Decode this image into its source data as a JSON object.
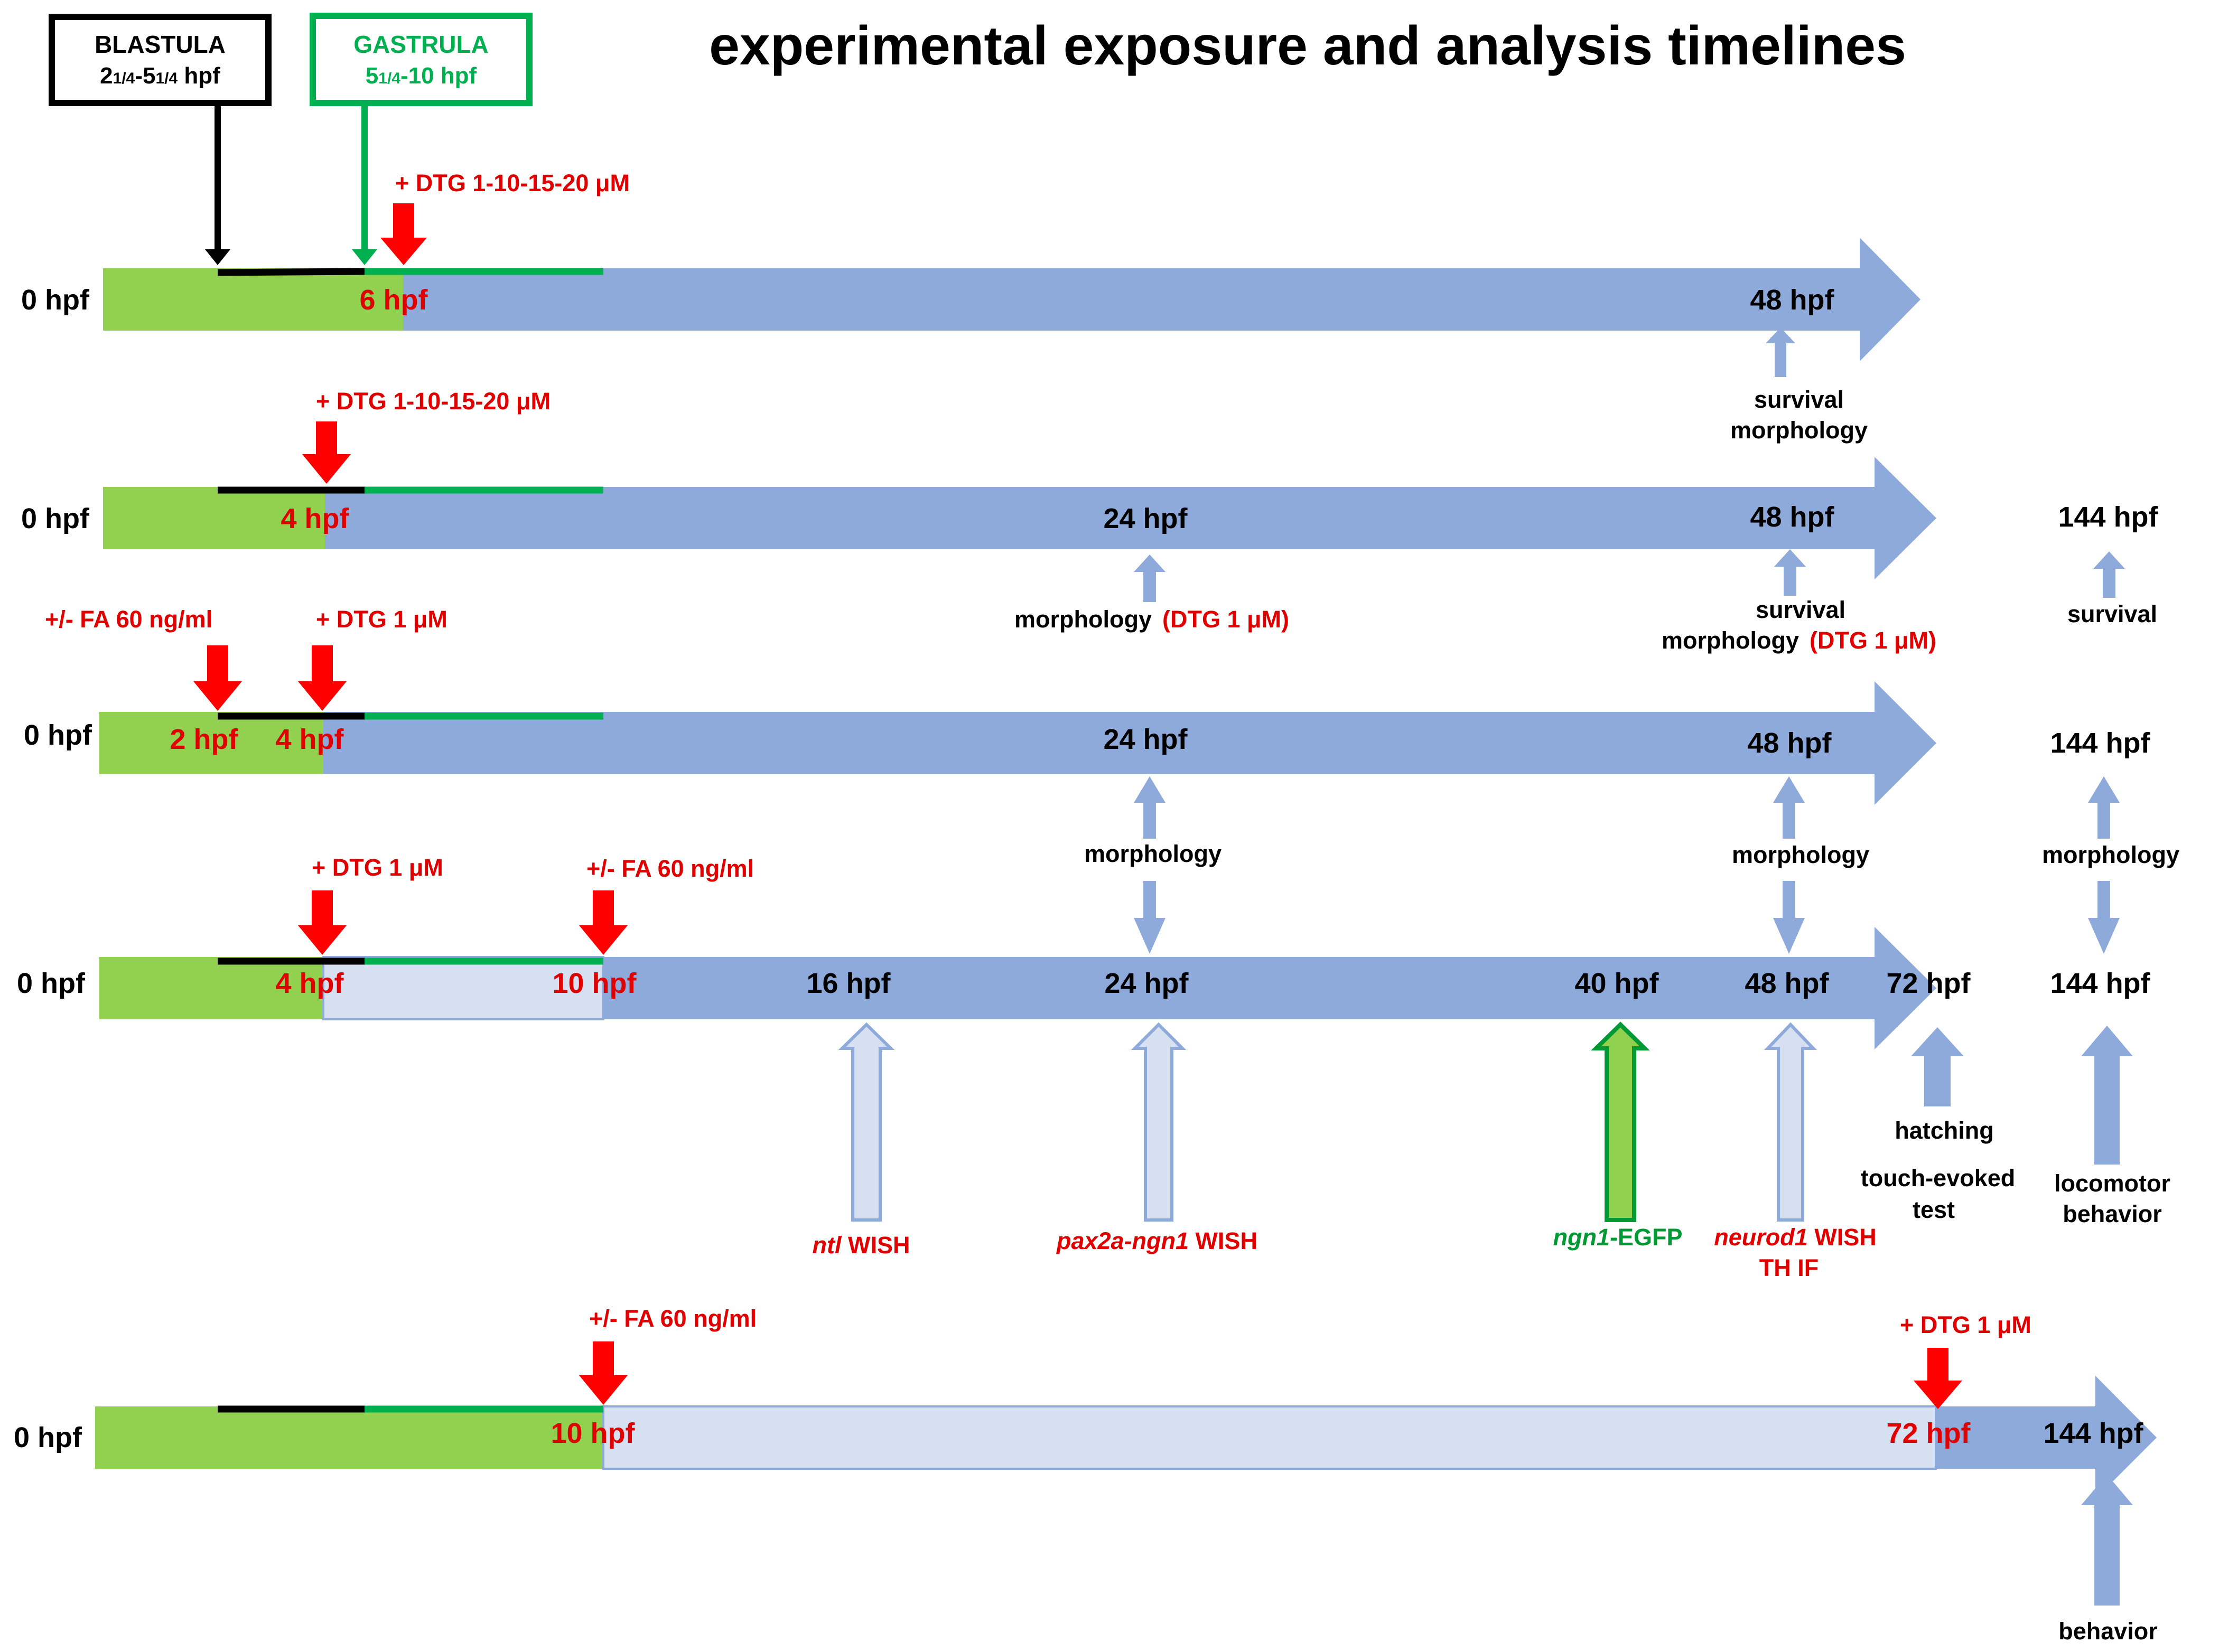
{
  "title": "experimental exposure and analysis timelines",
  "stage_boxes": {
    "blastula": {
      "name": "BLASTULA",
      "range_a": "2",
      "frac_a": "1/4",
      "range_b": "-5",
      "frac_b": "1/4",
      "unit": " hpf"
    },
    "gastrula": {
      "name": "GASTRULA",
      "range_a": "5",
      "frac_a": "1/4",
      "range_b": "-10 hpf"
    }
  },
  "colors": {
    "green": "#92D050",
    "blue": "#8EAADB",
    "pale": "#D6E0F0",
    "red": "#FF0000",
    "text_red": "#E00000",
    "gastrula_green": "#00B050",
    "dark_green": "#009933",
    "black": "#000000"
  },
  "timelines": [
    {
      "start": "0 hpf",
      "labels": [
        {
          "text": "6 hpf",
          "color": "red"
        },
        {
          "text": "48 hpf",
          "color": "black"
        }
      ],
      "treatments": [
        {
          "text": "+ DTG 1-10-15-20 μM"
        }
      ],
      "annotations": [
        {
          "lines": [
            "survival",
            "morphology"
          ]
        }
      ]
    },
    {
      "start": "0 hpf",
      "labels": [
        {
          "text": "4 hpf",
          "color": "red"
        },
        {
          "text": "24 hpf",
          "color": "black"
        },
        {
          "text": "48 hpf",
          "color": "black"
        },
        {
          "text": "144 hpf",
          "color": "black"
        }
      ],
      "treatments": [
        {
          "text": "+ DTG 1-10-15-20 μM"
        }
      ],
      "annotations": [
        {
          "lines": [
            "morphology"
          ],
          "red": "(DTG 1 μM)"
        },
        {
          "lines": [
            "survival",
            "morphology"
          ],
          "red": "(DTG 1 μM)"
        },
        {
          "lines": [
            "survival"
          ]
        }
      ]
    },
    {
      "start": "0 hpf",
      "labels": [
        {
          "text": "2 hpf",
          "color": "red"
        },
        {
          "text": "4 hpf",
          "color": "red"
        },
        {
          "text": "24 hpf",
          "color": "black"
        },
        {
          "text": "48 hpf",
          "color": "black"
        },
        {
          "text": "144 hpf",
          "color": "black"
        }
      ],
      "treatments": [
        {
          "text": "+/- FA 60 ng/ml"
        },
        {
          "text": "+ DTG 1 μM"
        }
      ],
      "annotations": [
        {
          "lines": [
            "morphology"
          ]
        },
        {
          "lines": [
            "morphology"
          ]
        },
        {
          "lines": [
            "morphology"
          ]
        }
      ]
    },
    {
      "start": "0 hpf",
      "labels": [
        {
          "text": "4 hpf",
          "color": "red"
        },
        {
          "text": "10 hpf",
          "color": "red"
        },
        {
          "text": "16 hpf",
          "color": "black"
        },
        {
          "text": "24 hpf",
          "color": "black"
        },
        {
          "text": "40 hpf",
          "color": "black"
        },
        {
          "text": "48 hpf",
          "color": "black"
        },
        {
          "text": "72 hpf",
          "color": "black"
        },
        {
          "text": "144 hpf",
          "color": "black"
        }
      ],
      "treatments": [
        {
          "text": "+ DTG 1 μM"
        },
        {
          "text": "+/- FA 60 ng/ml"
        }
      ],
      "annotations": [
        {
          "italic": "ntl",
          "rest": " WISH"
        },
        {
          "italic": "pax2a-ngn1",
          "rest": "  WISH"
        },
        {
          "italic": "ngn1",
          "rest": "-EGFP"
        },
        {
          "italic": "neurod1",
          "rest": " WISH",
          "line2": "TH IF"
        },
        {
          "lines": [
            "hatching",
            "touch-evoked",
            "test"
          ]
        },
        {
          "lines": [
            "locomotor",
            "behavior"
          ]
        }
      ]
    },
    {
      "start": "0 hpf",
      "labels": [
        {
          "text": "10 hpf",
          "color": "red"
        },
        {
          "text": "72 hpf",
          "color": "red"
        },
        {
          "text": "144 hpf",
          "color": "black"
        }
      ],
      "treatments": [
        {
          "text": "+/- FA 60 ng/ml"
        },
        {
          "text": "+ DTG 1 μM"
        }
      ],
      "annotations": [
        {
          "lines": [
            "behavior"
          ]
        }
      ]
    }
  ]
}
